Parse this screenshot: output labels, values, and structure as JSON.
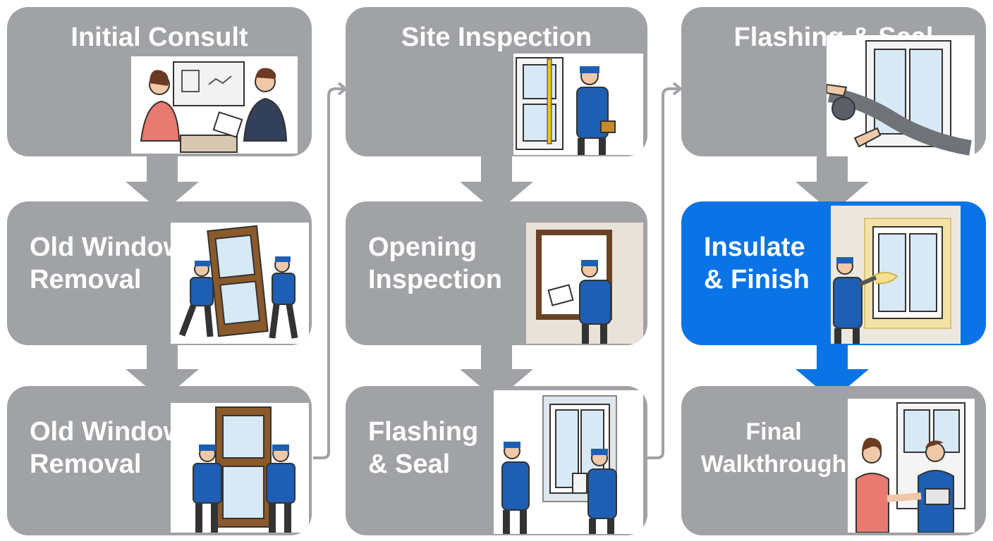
{
  "colors": {
    "card": "#a0a2a5",
    "active_card": "#0a74e6",
    "arrow": "#a0a2a5",
    "active_arrow": "#0a74e6",
    "connector": "#a0a2a5",
    "text": "#ffffff"
  },
  "steps": [
    {
      "title": "Initial Consult",
      "illustration": "consultation-illustration-icon",
      "active": false
    },
    {
      "title": "Old Window\nRemoval",
      "illustration": "window-removal-illustration-icon",
      "active": false
    },
    {
      "title": "Old Window\nRemoval",
      "illustration": "window-carry-illustration-icon",
      "active": false
    },
    {
      "title": "Site Inspection",
      "illustration": "measuring-illustration-icon",
      "active": false
    },
    {
      "title": "Opening\nInspection",
      "illustration": "opening-inspection-illustration-icon",
      "active": false
    },
    {
      "title": "Flashing\n& Seal",
      "illustration": "window-install-illustration-icon",
      "active": false
    },
    {
      "title": "Flashing & Seal",
      "illustration": "flashing-tape-illustration-icon",
      "active": false
    },
    {
      "title": "Insulate\n& Finish",
      "illustration": "foam-insulation-illustration-icon",
      "active": true
    },
    {
      "title": "Final\nWalkthrough",
      "illustration": "handshake-illustration-icon",
      "active": false
    }
  ]
}
